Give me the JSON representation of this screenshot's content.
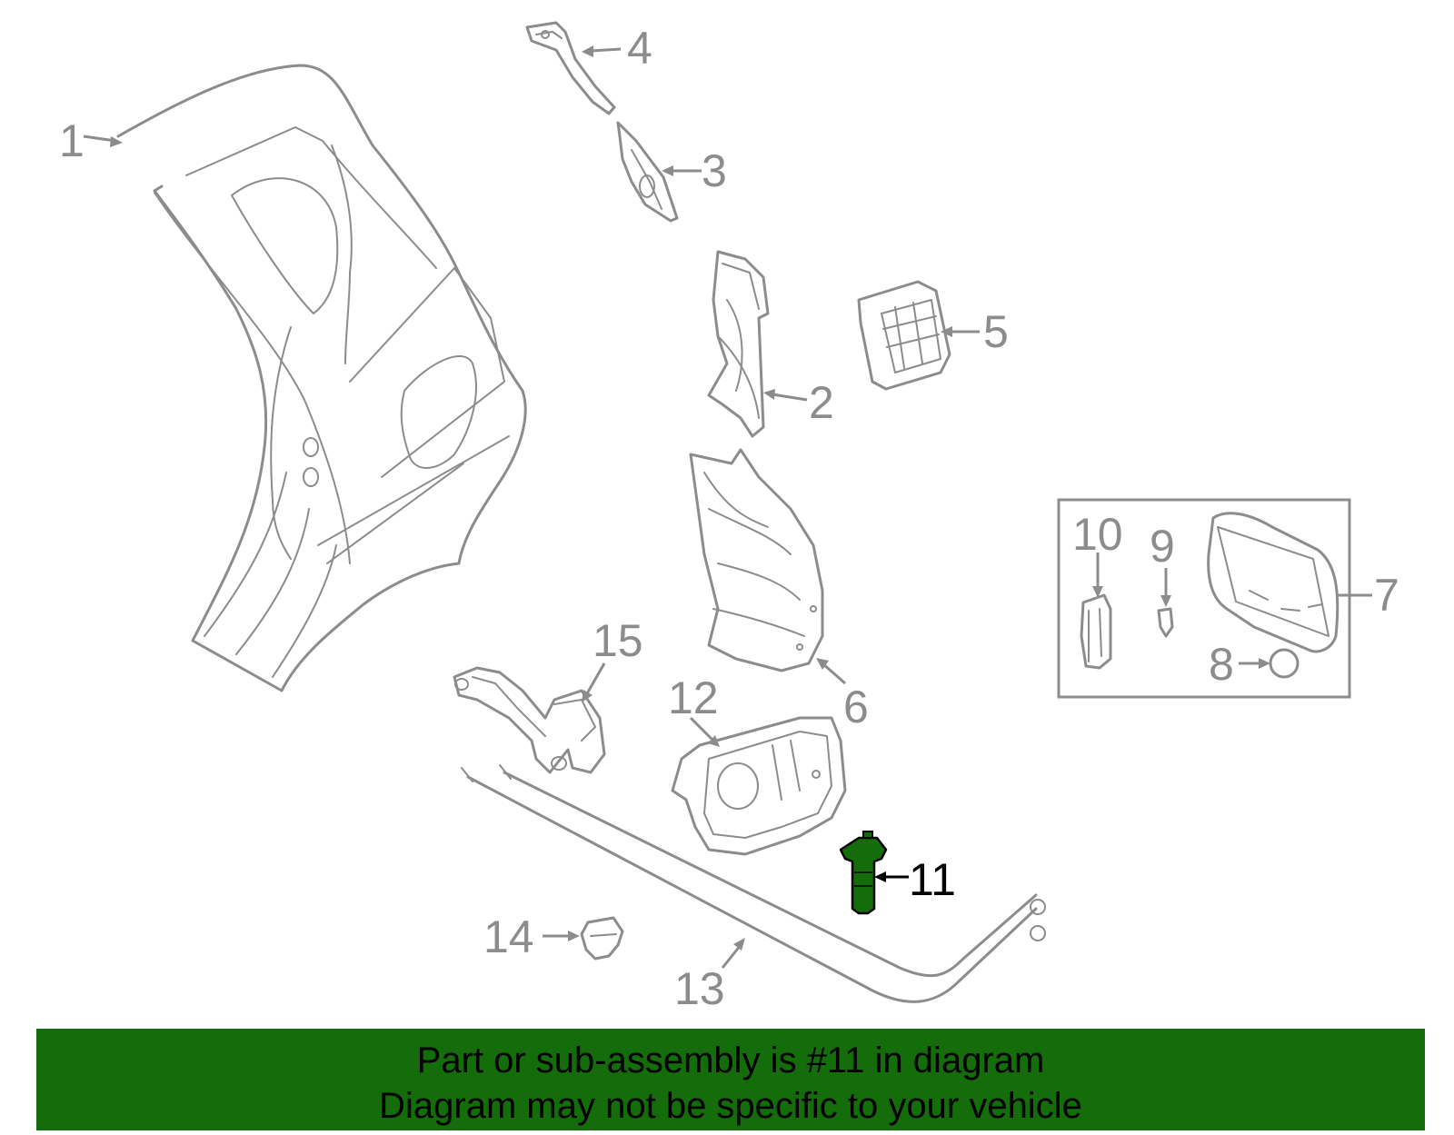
{
  "highlight": {
    "part": "11",
    "color": "#146c0a"
  },
  "colors": {
    "line": "#8c8c8c",
    "banner": "#146c0a",
    "highlight_outline": "#000000"
  },
  "callouts": [
    {
      "id": "1",
      "label": "1"
    },
    {
      "id": "2",
      "label": "2"
    },
    {
      "id": "3",
      "label": "3"
    },
    {
      "id": "4",
      "label": "4"
    },
    {
      "id": "5",
      "label": "5"
    },
    {
      "id": "6",
      "label": "6"
    },
    {
      "id": "7",
      "label": "7"
    },
    {
      "id": "8",
      "label": "8"
    },
    {
      "id": "9",
      "label": "9"
    },
    {
      "id": "10",
      "label": "10"
    },
    {
      "id": "11",
      "label": "11"
    },
    {
      "id": "12",
      "label": "12"
    },
    {
      "id": "13",
      "label": "13"
    },
    {
      "id": "14",
      "label": "14"
    },
    {
      "id": "15",
      "label": "15"
    }
  ],
  "banner": {
    "line1": "Part or sub-assembly is #11 in diagram",
    "line2": "Diagram may not be specific to your vehicle"
  }
}
